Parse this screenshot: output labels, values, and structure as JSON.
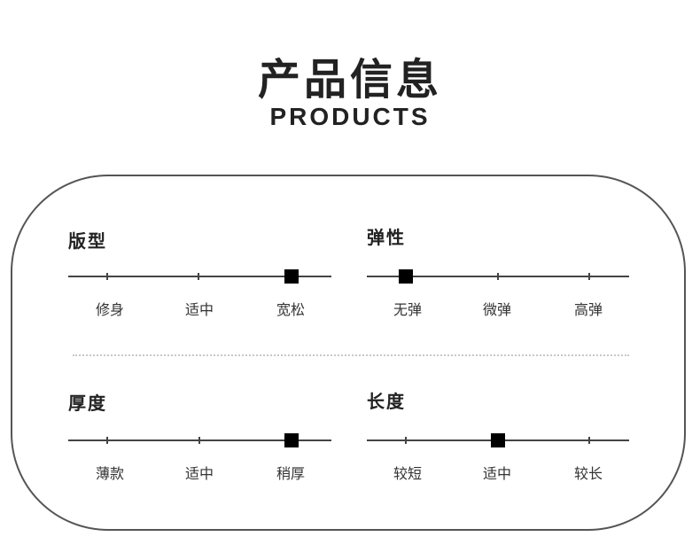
{
  "header": {
    "title": "产品信息",
    "subtitle": "PRODUCTS"
  },
  "attributes": [
    {
      "label": "版型",
      "options": [
        "修身",
        "适中",
        "宽松"
      ],
      "selected_index": 2
    },
    {
      "label": "弹性",
      "options": [
        "无弹",
        "微弹",
        "高弹"
      ],
      "selected_index": 0
    },
    {
      "label": "厚度",
      "options": [
        "薄款",
        "适中",
        "稍厚"
      ],
      "selected_index": 2
    },
    {
      "label": "长度",
      "options": [
        "较短",
        "适中",
        "较长"
      ],
      "selected_index": 1
    }
  ],
  "colors": {
    "text": "#222222",
    "border": "#555555",
    "knob": "#000000",
    "divider": "#c8c8c8"
  }
}
